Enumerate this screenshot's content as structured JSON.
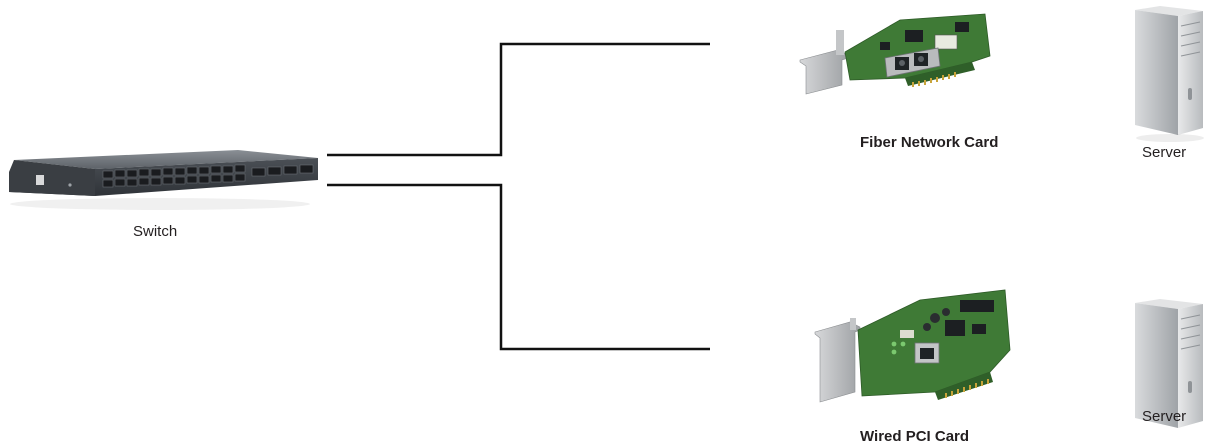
{
  "switch": {
    "label": "Switch",
    "icon": "network-switch-icon"
  },
  "top_branch": {
    "card_label": "Fiber Network Card",
    "card_icon": "fiber-network-card-icon",
    "server_label": "Server",
    "server_icon": "server-tower-icon"
  },
  "bottom_branch": {
    "card_label": "Wired PCI Card",
    "card_icon": "pci-network-card-icon",
    "server_label": "Server",
    "server_icon": "server-tower-icon"
  },
  "colors": {
    "line": "#111111",
    "pcb_green": "#3f7a36",
    "bracket_gray": "#b7b9bb",
    "device_dark": "#4a4f55",
    "server_body": "#c9cbcd",
    "label_text": "#231f20"
  }
}
